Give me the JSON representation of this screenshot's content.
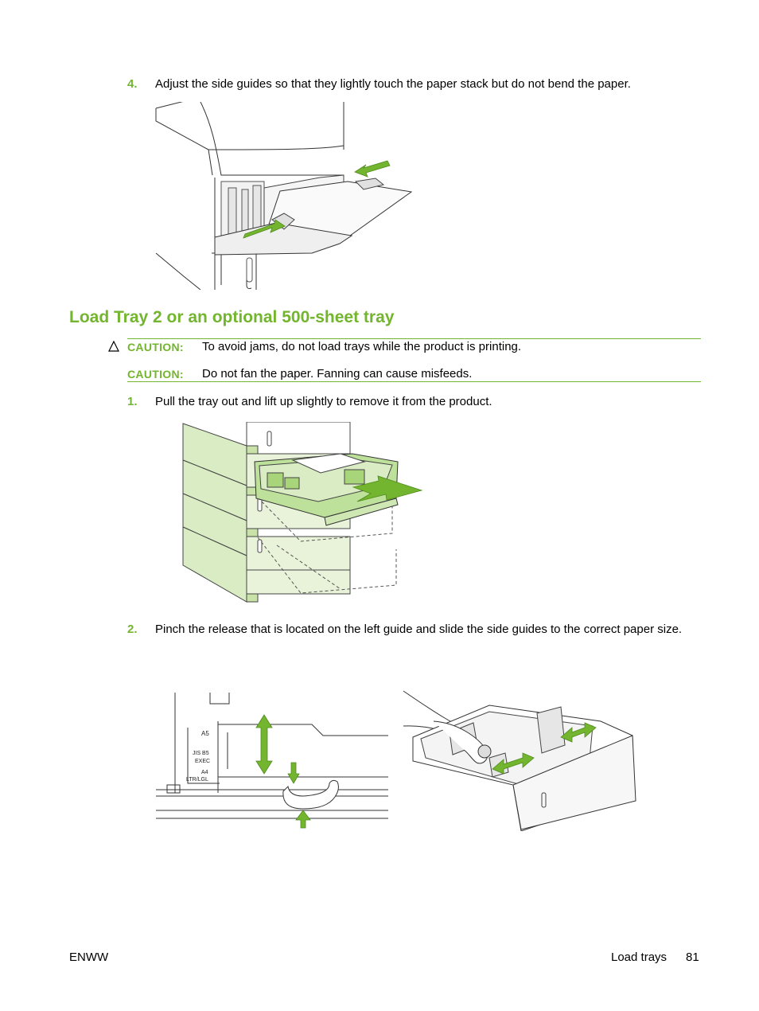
{
  "steps": {
    "step4": {
      "number": "4.",
      "text": "Adjust the side guides so that they lightly touch the paper stack but do not bend the paper."
    },
    "step1": {
      "number": "1.",
      "text": "Pull the tray out and lift up slightly to remove it from the product."
    },
    "step2": {
      "number": "2.",
      "text": "Pinch the release that is located on the left guide and slide the side guides to the correct paper size."
    }
  },
  "section": {
    "title": "Load Tray 2 or an optional 500-sheet tray"
  },
  "cautions": [
    {
      "label": "CAUTION:",
      "text": "To avoid jams, do not load trays while the product is printing."
    },
    {
      "label": "CAUTION:",
      "text": "Do not fan the paper. Fanning can cause misfeeds."
    }
  ],
  "guide_labels": {
    "a5": "A5",
    "jis_b5": "JIS  B5",
    "exec": "EXEC",
    "a4": "A4",
    "ltr_lgl": "LTR/LGL"
  },
  "footer": {
    "left": "ENWW",
    "section": "Load trays",
    "page": "81"
  },
  "colors": {
    "accent": "#73b52e",
    "tray_fill": "#d9ecc3"
  },
  "icons": {
    "caution": "caution-triangle-icon"
  }
}
